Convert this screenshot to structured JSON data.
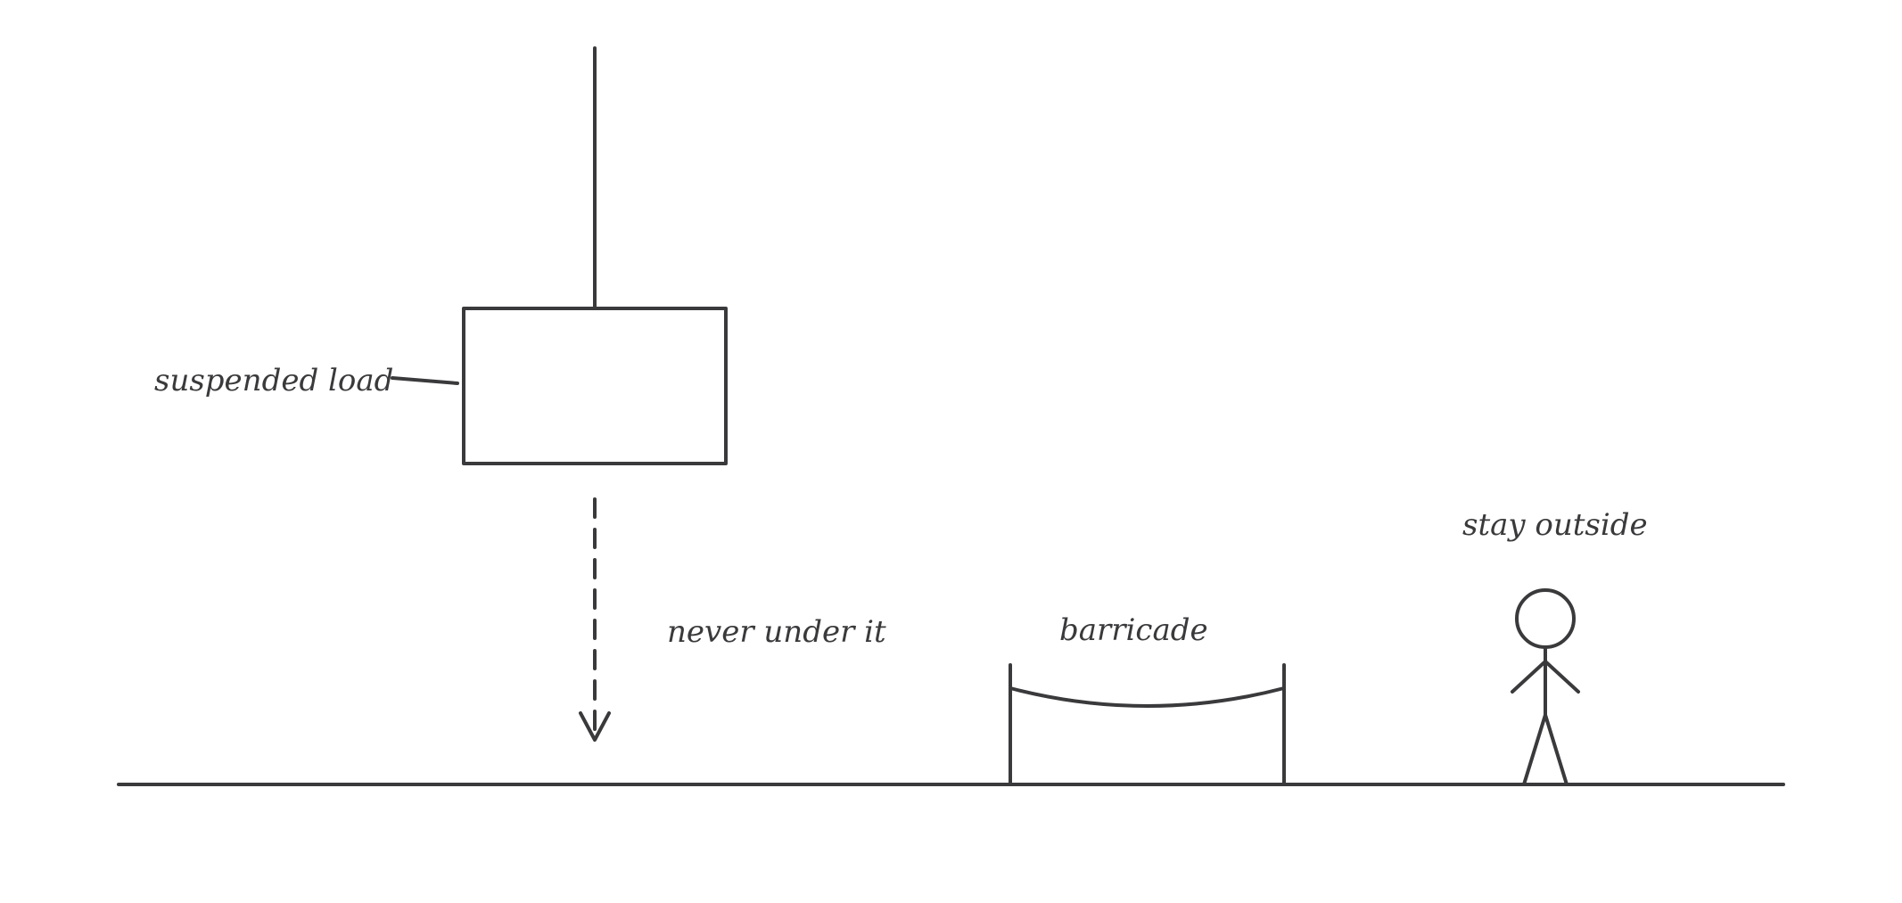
{
  "colors": {
    "ink": "#3a3a3c",
    "background": "#ffffff"
  },
  "labels": {
    "suspended_load": "suspended load",
    "never_under_it": "never under it",
    "barricade": "barricade",
    "stay_outside": "stay outside"
  }
}
